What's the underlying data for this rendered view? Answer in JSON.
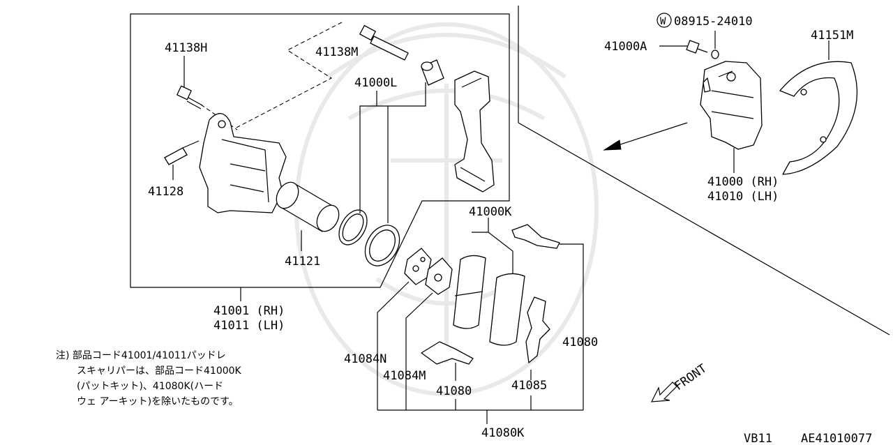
{
  "labels": {
    "p41138H": "41138H",
    "p41138M": "41138M",
    "p41000L": "41000L",
    "p41128": "41128",
    "p41121": "41121",
    "p41001": "41001 (RH)",
    "p41011": "41011 (LH)",
    "p41000K": "41000K",
    "p41084N": "41084N",
    "p41084M": "41084M",
    "p41080_mid": "41080",
    "p41085": "41085",
    "p41080_right": "41080",
    "p41080K": "41080K",
    "washer_symbol": "W",
    "washer_code": "08915-24010",
    "p41000A": "41000A",
    "p41151M": "41151M",
    "p41000": "41000 (RH)",
    "p41010": "41010 (LH)",
    "front": "FRONT"
  },
  "note": {
    "line1": "注) 部品コード41001/41011パッドレ",
    "line2": "スキャリパーは、部品コード41000K",
    "line3": "(パットキット)、41080K(ハード",
    "line4": "ウェ アーキット)を除いたものです。"
  },
  "footer": {
    "model": "VB11",
    "code": "AE41010077"
  }
}
